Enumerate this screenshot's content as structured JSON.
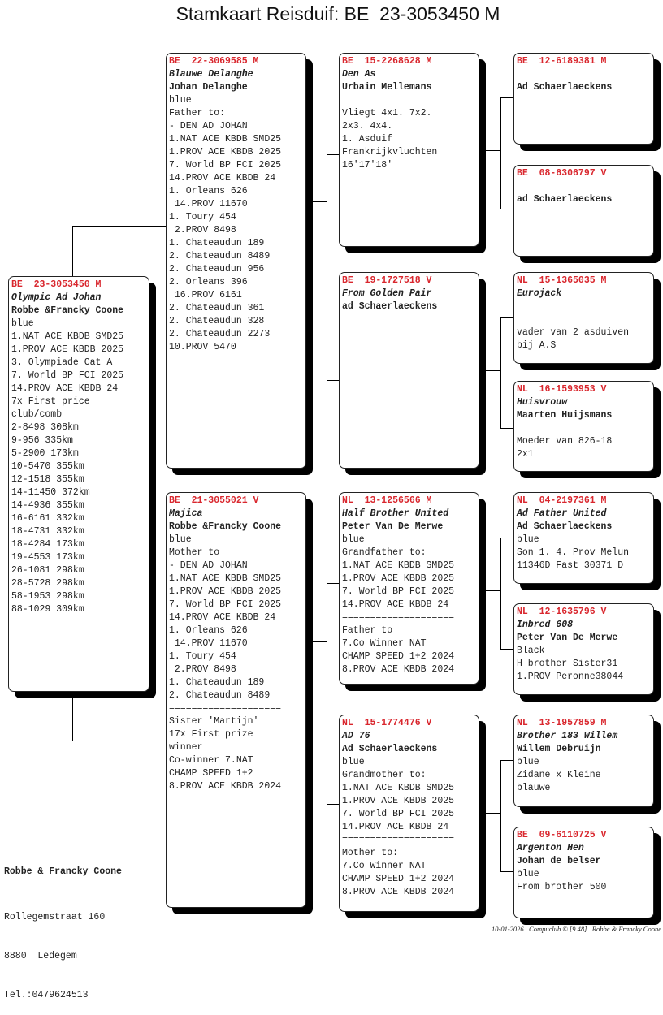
{
  "title": "Stamkaart Reisduif: BE  23-3053450 M",
  "pigeons": [
    {
      "ring": "BE  23-3053450 M",
      "name": "Olympic Ad Johan",
      "owner": "Robbe &Francky Coone",
      "details": [
        "blue",
        "1.NAT ACE KBDB SMD25",
        "1.PROV ACE KBDB 2025",
        "3. Olympiade Cat A",
        "7. World BP FCI 2025",
        "14.PROV ACE KBDB 24",
        "7x First price",
        "club/comb",
        "2-8498 308km",
        "9-956 335km",
        "5-2900 173km",
        "10-5470 355km",
        "12-1518 355km",
        "14-11450 372km",
        "14-4936 355km",
        "16-6161 332km",
        "18-4731 332km",
        "18-4284 173km",
        "19-4553 173km",
        "26-1081 298km",
        "28-5728 298km",
        "58-1953 298km",
        "88-1029 309km"
      ]
    },
    {
      "ring": "BE  22-3069585 M",
      "name": "Blauwe Delanghe",
      "owner": "Johan Delanghe",
      "details": [
        "blue",
        "Father to:",
        "- DEN AD JOHAN",
        "1.NAT ACE KBDB SMD25",
        "1.PROV ACE KBDB 2025",
        "7. World BP FCI 2025",
        "14.PROV ACE KBDB 24",
        "1. Orleans 626",
        " 14.PROV 11670",
        "1. Toury 454",
        " 2.PROV 8498",
        "1. Chateaudun 189",
        "2. Chateaudun 8489",
        "2. Chateaudun 956",
        "2. Orleans 396",
        " 16.PROV 6161",
        "2. Chateaudun 361",
        "2. Chateaudun 328",
        "2. Chateaudun 2273",
        "10.PROV 5470"
      ]
    },
    {
      "ring": "BE  21-3055021 V",
      "name": "Majica",
      "owner": "Robbe &Francky Coone",
      "details": [
        "blue",
        "Mother to",
        "- DEN AD JOHAN",
        "1.NAT ACE KBDB SMD25",
        "1.PROV ACE KBDB 2025",
        "7. World BP FCI 2025",
        "14.PROV ACE KBDB 24",
        "1. Orleans 626",
        " 14.PROV 11670",
        "1. Toury 454",
        " 2.PROV 8498",
        "1. Chateaudun 189",
        "2. Chateaudun 8489",
        "====================",
        "Sister 'Martijn'",
        "17x First prize",
        "winner",
        "Co-winner 7.NAT",
        "CHAMP SPEED 1+2",
        "8.PROV ACE KBDB 2024"
      ]
    },
    {
      "ring": "BE  15-2268628 M",
      "name": "Den As",
      "owner": "Urbain Mellemans",
      "details": [
        "",
        "Vliegt 4x1. 7x2.",
        "2x3. 4x4.",
        "1. Asduif",
        "Frankrijkvluchten",
        "16'17'18'"
      ]
    },
    {
      "ring": "BE  19-1727518 V",
      "name": "From Golden Pair",
      "owner": "ad Schaerlaeckens",
      "details": []
    },
    {
      "ring": "NL  13-1256566 M",
      "name": "Half Brother United",
      "owner": "Peter Van De Merwe",
      "details": [
        "blue",
        "Grandfather to:",
        "1.NAT ACE KBDB SMD25",
        "1.PROV ACE KBDB 2025",
        "7. World BP FCI 2025",
        "14.PROV ACE KBDB 24",
        "====================",
        "Father to",
        "7.Co Winner NAT",
        "CHAMP SPEED 1+2 2024",
        "8.PROV ACE KBDB 2024"
      ]
    },
    {
      "ring": "NL  15-1774476 V",
      "name": "AD 76",
      "owner": "Ad Schaerlaeckens",
      "details": [
        "blue",
        "Grandmother to:",
        "1.NAT ACE KBDB SMD25",
        "1.PROV ACE KBDB 2025",
        "7. World BP FCI 2025",
        "14.PROV ACE KBDB 24",
        "====================",
        "Mother to:",
        "7.Co Winner NAT",
        "CHAMP SPEED 1+2 2024",
        "8.PROV ACE KBDB 2024"
      ]
    },
    {
      "ring": "BE  12-6189381 M",
      "name": "",
      "owner": "Ad Schaerlaeckens",
      "details": []
    },
    {
      "ring": "BE  08-6306797 V",
      "name": "",
      "owner": "ad Schaerlaeckens",
      "details": []
    },
    {
      "ring": "NL  15-1365035 M",
      "name": "Eurojack",
      "owner": "",
      "details": [
        "",
        "vader van 2 asduiven",
        "bij A.S"
      ]
    },
    {
      "ring": "NL  16-1593953 V",
      "name": "Huisvrouw",
      "owner": "Maarten Huijsmans",
      "details": [
        "",
        "Moeder van 826-18",
        "2x1"
      ]
    },
    {
      "ring": "NL  04-2197361 M",
      "name": "Ad Father United",
      "owner": "Ad Schaerlaeckens",
      "details": [
        "blue",
        "Son 1. 4. Prov Melun",
        "11346D Fast 30371 D"
      ]
    },
    {
      "ring": "NL  12-1635796 V",
      "name": "Inbred 608",
      "owner": "Peter Van De Merwe",
      "details": [
        "Black",
        "H brother Sister31",
        "1.PROV Peronne38044"
      ]
    },
    {
      "ring": "NL  13-1957859 M",
      "name": "Brother 183 Willem",
      "owner": "Willem Debruijn",
      "details": [
        "blue",
        "Zidane x Kleine",
        "blauwe"
      ]
    },
    {
      "ring": "BE  09-6110725 V",
      "name": "Argenton Hen",
      "owner": "Johan de belser",
      "details": [
        "blue",
        "From brother 500"
      ]
    }
  ],
  "breeder": {
    "name": "Robbe & Francky Coone",
    "street": "Rollegemstraat 160",
    "city": "8880  Ledegem",
    "phone": "Tel.:0479624513"
  },
  "footer": "10-01-2026   Compuclub © [9.48]   Robbe & Francky Coone"
}
